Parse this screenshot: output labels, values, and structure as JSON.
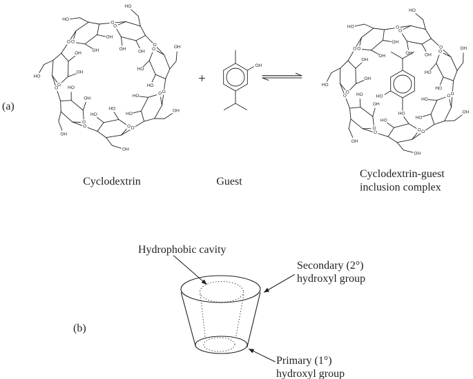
{
  "figure": {
    "panel_a": {
      "label": "(a)",
      "plus_sign": "+",
      "captions": {
        "cyclodextrin": "Cyclodextrin",
        "guest": "Guest",
        "complex_line1": "Cyclodextrin-guest",
        "complex_line2": "inclusion complex"
      }
    },
    "panel_b": {
      "label": "(b)",
      "annotations": {
        "cavity": "Hydrophobic cavity",
        "secondary_line1": "Secondary (2°)",
        "secondary_line2": "hydroxyl group",
        "primary_line1": "Primary (1°)",
        "primary_line2": "hydroxyl group"
      }
    },
    "chemistry": {
      "cyclodextrin_units": 7,
      "atom_labels": {
        "oxygen": "O",
        "hydroxyl": "OH",
        "hydroxyl_reversed": "HO"
      }
    },
    "colors": {
      "ink": "#1f1f1f",
      "background": "#ffffff"
    }
  }
}
